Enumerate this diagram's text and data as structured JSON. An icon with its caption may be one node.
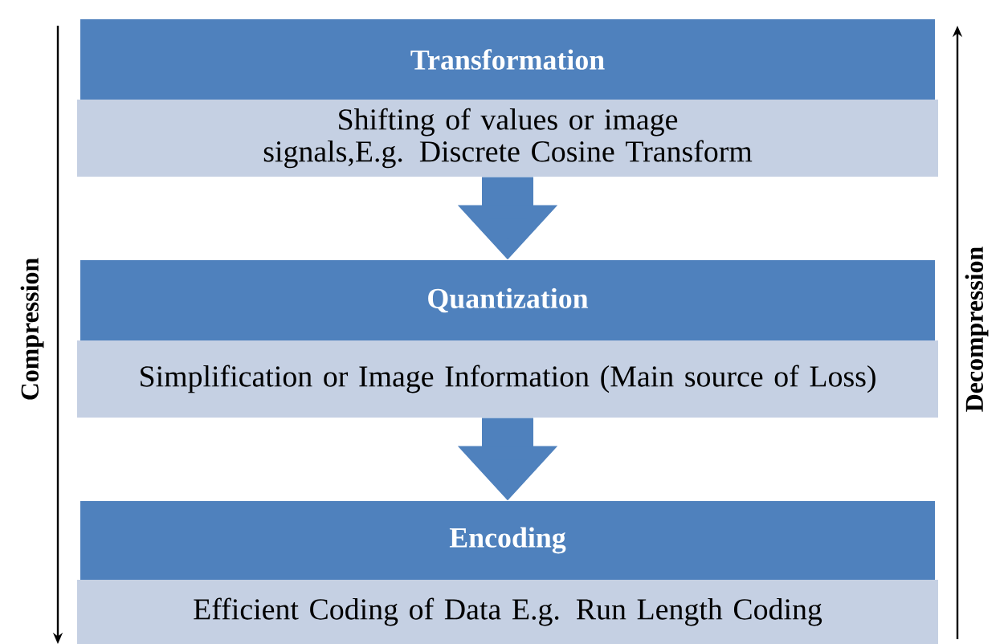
{
  "diagram": {
    "nodes": [
      {
        "text": [
          "Transformation",
          "Shifting of values or image signals,E.g. Discrete Cosine Transform"
        ]
      },
      {
        "text": [
          "Quantization",
          "Simplification or Image Information (Main source of Loss)"
        ]
      },
      {
        "text": [
          "Encoding",
          "Efficient Coding of  Data  E.g. Run Length Coding"
        ]
      }
    ],
    "edges": [
      {
        "from": 0,
        "to": 1,
        "arrow": "to"
      },
      {
        "from": 1,
        "to": 2,
        "arrow": "to"
      }
    ],
    "labels": [
      "Compression",
      "Decompression"
    ]
  }
}
